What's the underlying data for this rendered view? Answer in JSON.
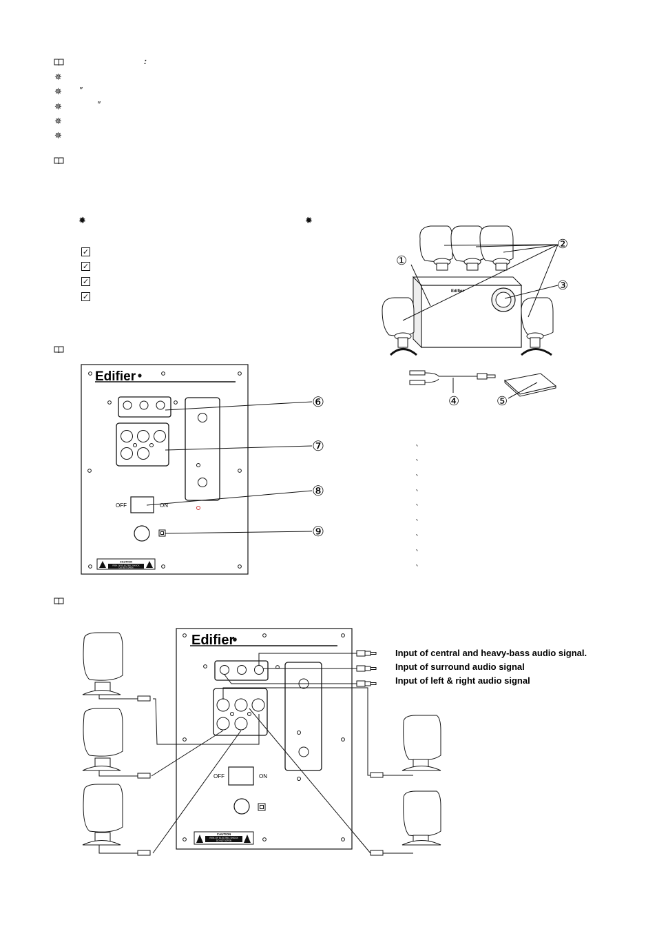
{
  "header_colon": ":",
  "quote_mark": "″",
  "tick_mark": "`",
  "brand": "Edifier",
  "switch": {
    "off": "OFF",
    "on": "ON"
  },
  "caution": {
    "title": "CAUTION",
    "line1": "RISK OF ELECTRIC SHOCK",
    "line2": "DO NOT OPEN"
  },
  "callouts": {
    "n1": "①",
    "n2": "②",
    "n3": "③",
    "n4": "④",
    "n5": "⑤",
    "n6": "⑥",
    "n7": "⑦",
    "n8": "⑧",
    "n9": "⑨"
  },
  "cabinet_badge": "Edifier",
  "connection_labels": [
    "Input of central and heavy-bass audio signal.",
    "Input of surround audio signal",
    "Input of left & right audio signal"
  ],
  "icons": {
    "book": "book-icon",
    "star": "sparkle-icon",
    "check": "checkbox-checked-icon"
  }
}
